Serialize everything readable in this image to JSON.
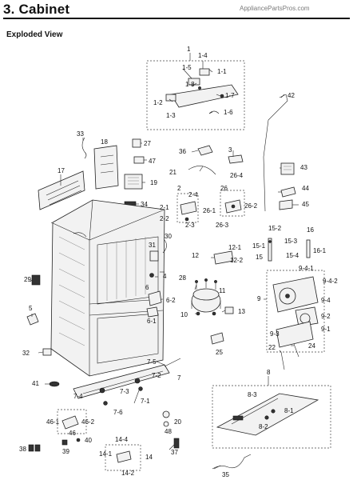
{
  "header": {
    "title": "3. Cabinet",
    "watermark": "AppliancePartsPros.com"
  },
  "section": {
    "title": "Exploded View"
  },
  "labels": {
    "p1": "1",
    "p1_1": "1-1",
    "p1_2": "1-2",
    "p1_3": "1-3",
    "p1_4": "1-4",
    "p1_5": "1-5",
    "p1_6": "1-6",
    "p1_7": "1-7",
    "p1_8": "1-8",
    "p2": "2",
    "p2_1": "2-1",
    "p2_2": "2-2",
    "p2_3": "2-3",
    "p2_4": "2-4",
    "p3": "3",
    "p4": "4",
    "p5": "5",
    "p6": "6",
    "p6_1": "6-1",
    "p6_2": "6-2",
    "p7": "7",
    "p7_1": "7-1",
    "p7_2": "7-2",
    "p7_3": "7-3",
    "p7_4": "7-4",
    "p7_5": "7-5",
    "p7_6": "7-6",
    "p8": "8",
    "p8_1": "8-1",
    "p8_2": "8-2",
    "p8_3": "8-3",
    "p9": "9",
    "p9_1": "9-1",
    "p9_2": "9-2",
    "p9_3": "9-3",
    "p9_4": "9-4",
    "p9_4_1": "9-4-1",
    "p9_4_2": "9-4-2",
    "p10": "10",
    "p11": "11",
    "p12": "12",
    "p12_1": "12-1",
    "p12_2": "12-2",
    "p13": "13",
    "p14": "14",
    "p14_1": "14-1",
    "p14_2": "14-2",
    "p14_4": "14-4",
    "p15": "15",
    "p15_1": "15-1",
    "p15_2": "15-2",
    "p15_3": "15-3",
    "p15_4": "15-4",
    "p16": "16",
    "p16_1": "16-1",
    "p17": "17",
    "p18": "18",
    "p19": "19",
    "p20": "20",
    "p21": "21",
    "p22": "22",
    "p24": "24",
    "p25": "25",
    "p26": "26",
    "p26_1": "26-1",
    "p26_2": "26-2",
    "p26_3": "26-3",
    "p26_4": "26-4",
    "p27": "27",
    "p28": "28",
    "p29": "29",
    "p30": "30",
    "p31": "31",
    "p32": "32",
    "p33": "33",
    "p34": "34",
    "p35": "35",
    "p36": "36",
    "p37": "37",
    "p38": "38",
    "p39": "39",
    "p40": "40",
    "p41": "41",
    "p42": "42",
    "p43": "43",
    "p44": "44",
    "p45": "45",
    "p46": "46",
    "p46_1": "46-1",
    "p46_2": "46-2",
    "p47": "47",
    "p48": "48"
  }
}
